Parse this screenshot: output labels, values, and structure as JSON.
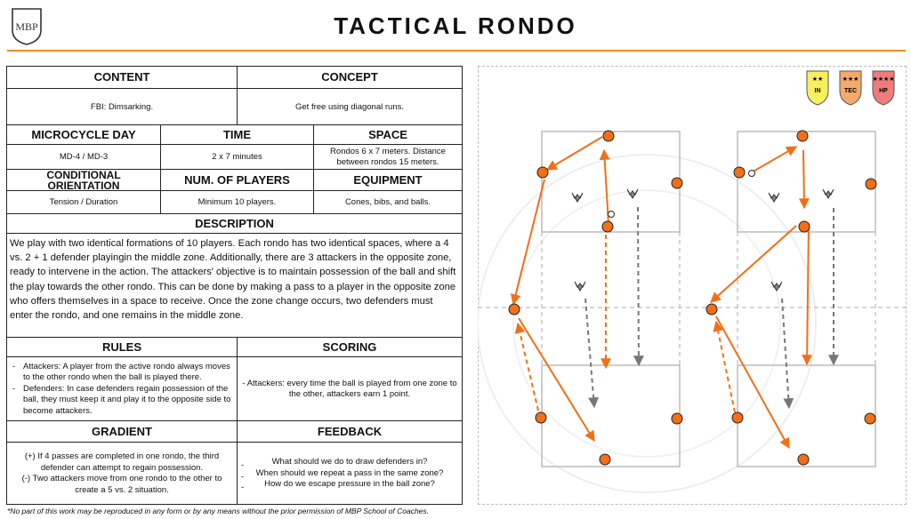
{
  "header": {
    "logo_text": "MBP",
    "title": "TACTICAL RONDO"
  },
  "sections": {
    "content": {
      "label": "CONTENT",
      "value": "FBI: Dimsarking."
    },
    "concept": {
      "label": "CONCEPT",
      "value": "Get free using diagonal runs."
    },
    "microcycle": {
      "label": "MICROCYCLE DAY",
      "value": "MD-4 / MD-3"
    },
    "time": {
      "label": "TIME",
      "value": "2 x 7 minutes"
    },
    "space": {
      "label": "SPACE",
      "value": "Rondos 6 x 7 meters. Distance between rondos 15 meters."
    },
    "orientation": {
      "label": "CONDITIONAL ORIENTATION",
      "value": "Tension / Duration"
    },
    "players": {
      "label": "NUM. OF PLAYERS",
      "value": "Minimum 10 players."
    },
    "equipment": {
      "label": "EQUIPMENT",
      "value": "Cones, bibs, and balls."
    },
    "description": {
      "label": "DESCRIPTION",
      "value": "We play with two identical formations of 10 players. Each rondo has two identical spaces, where a 4 vs. 2 + 1 defender playingin the middle zone. Additionally, there are 3 attackers in the opposite zone, ready to intervene in the action. The attackers' objective is to maintain possession of the ball and shift the play towards the other rondo. This can be done by making a pass to a player in the opposite zone who offers themselves in a space to receive. Once the zone change occurs, two defenders must enter the rondo, and one remains in the middle zone."
    },
    "rules": {
      "label": "RULES",
      "items": [
        "Attackers: A player from the active rondo always moves to the other rondo when the ball is played there.",
        "Defenders: In case defenders regain possession of the ball, they must keep it and play it to the opposite side to become attackers."
      ]
    },
    "scoring": {
      "label": "SCORING",
      "value": "- Attackers: every time the ball is played from one zone to the other, attackers earn 1 point."
    },
    "gradient": {
      "label": "GRADIENT",
      "lines": [
        "(+) If 4 passes are completed in one rondo, the third defender can attempt to regain possession.",
        "(-) Two attackers move from one rondo to the other to create a 5 vs. 2 situation."
      ]
    },
    "feedback": {
      "label": "FEEDBACK",
      "items": [
        "What should we do to draw defenders in?",
        "When should we repeat a pass in the same zone?",
        "How do we escape pressure in the ball zone?"
      ]
    }
  },
  "badges": [
    {
      "label": "IN",
      "color": "#f7ef5e"
    },
    {
      "label": "TEC",
      "color": "#f5a96a"
    },
    {
      "label": "HP",
      "color": "#ef7b7b"
    }
  ],
  "colors": {
    "accent": "#f08a24",
    "player": "#f26f17",
    "defender": "#8a8a8a"
  },
  "footer": "*No part of this work may be reproduced in any form or by any means without the prior permission of MBP School of Coaches."
}
